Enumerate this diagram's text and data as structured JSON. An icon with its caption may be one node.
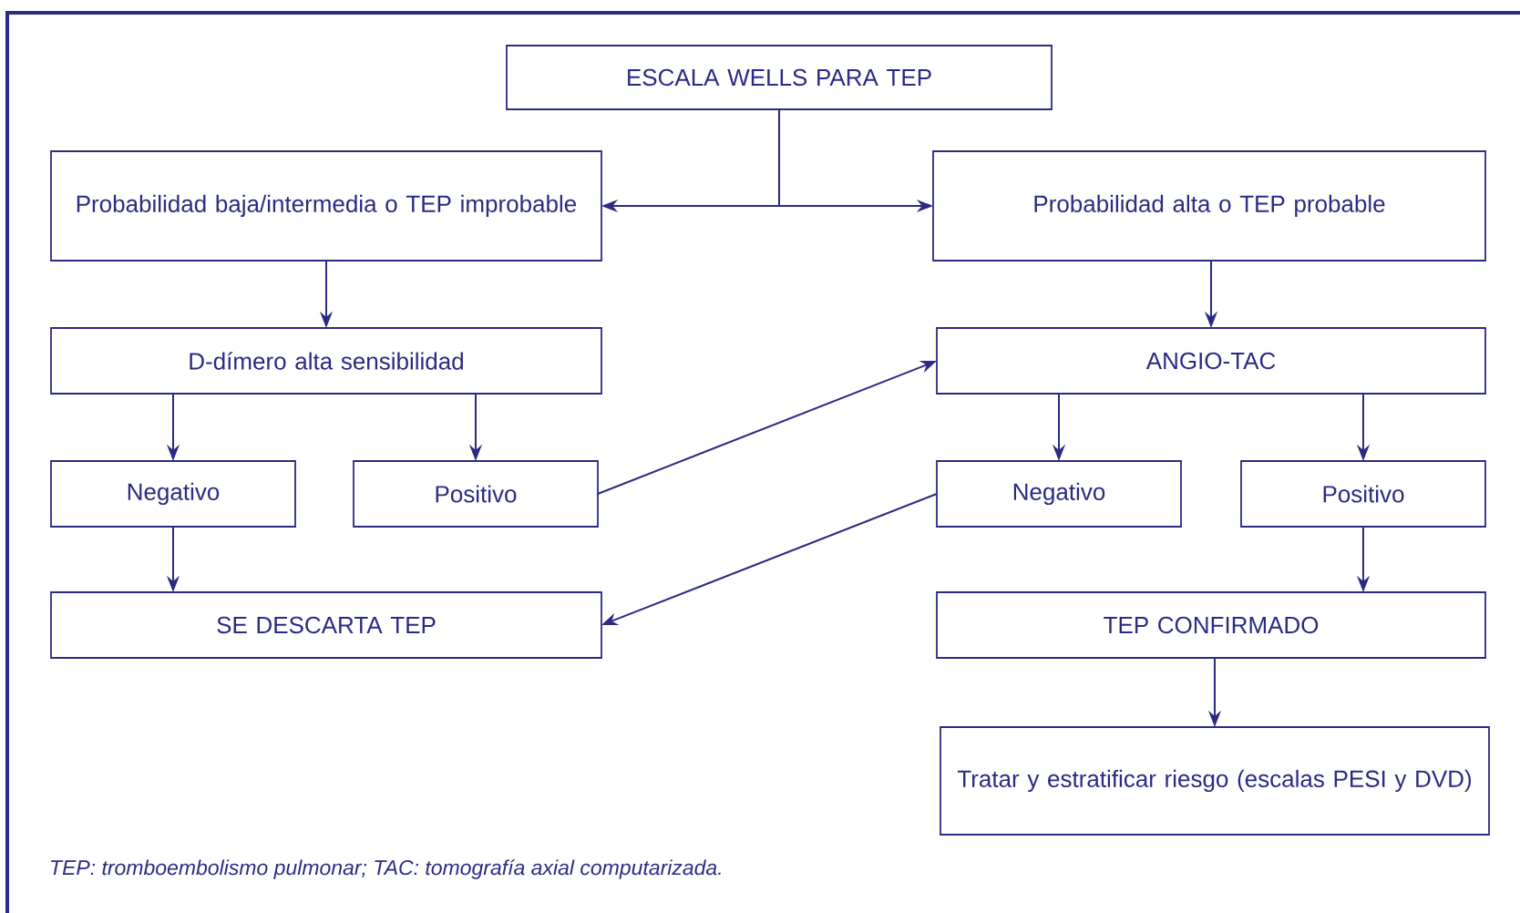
{
  "diagram": {
    "nodes": [
      {
        "text": [
          "ESCALA WELLS PARA TEP"
        ]
      },
      {
        "text": [
          "Probabilidad baja/intermedia o TEP improbable"
        ]
      },
      {
        "text": [
          "Probabilidad alta o TEP probable"
        ]
      },
      {
        "text": [
          "D-dímero alta sensibilidad"
        ]
      },
      {
        "text": [
          "Negativo"
        ]
      },
      {
        "text": [
          "Positivo"
        ]
      },
      {
        "text": [
          "ANGIO-TAC"
        ]
      },
      {
        "text": [
          "Negativo"
        ]
      },
      {
        "text": [
          "Positivo"
        ]
      },
      {
        "text": [
          "SE DESCARTA TEP"
        ]
      },
      {
        "text": [
          "TEP CONFIRMADO"
        ]
      },
      {
        "text": [
          "Tratar y estratificar riesgo (escalas PESI y DVD)"
        ]
      }
    ],
    "edges": [
      {
        "from": 0,
        "to": 1,
        "arrow": "to"
      },
      {
        "from": 0,
        "to": 2,
        "arrow": "to"
      },
      {
        "from": 1,
        "to": 3,
        "arrow": "to"
      },
      {
        "from": 2,
        "to": 6,
        "arrow": "to"
      },
      {
        "from": 3,
        "to": 4,
        "arrow": "to"
      },
      {
        "from": 3,
        "to": 5,
        "arrow": "to"
      },
      {
        "from": 5,
        "to": 6,
        "arrow": "to"
      },
      {
        "from": 6,
        "to": 7,
        "arrow": "to"
      },
      {
        "from": 6,
        "to": 8,
        "arrow": "to"
      },
      {
        "from": 4,
        "to": 9,
        "arrow": "to"
      },
      {
        "from": 7,
        "to": 9,
        "arrow": "to"
      },
      {
        "from": 8,
        "to": 10,
        "arrow": "to"
      },
      {
        "from": 10,
        "to": 11,
        "arrow": "to"
      }
    ],
    "labels": [
      "*TEP: tromboembolismo pulmonar; TAC: tomografía axial computarizada.*"
    ]
  }
}
